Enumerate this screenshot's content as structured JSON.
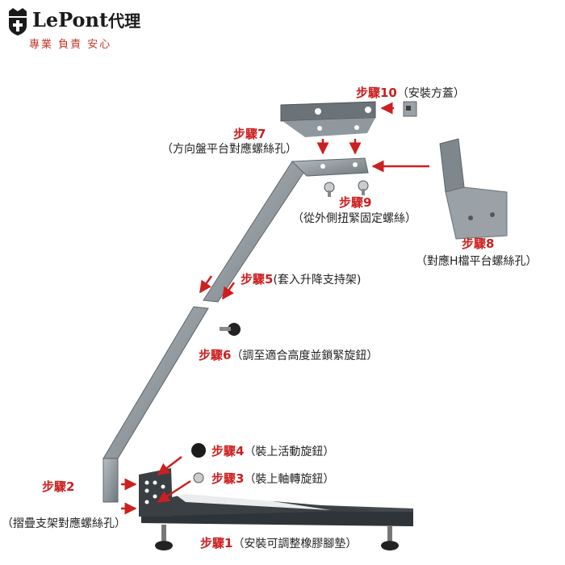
{
  "brand": {
    "name": "LePont",
    "name_cn": "代理",
    "slogan": "專業 負責 安心"
  },
  "steps": {
    "s1": {
      "title": "步驟1",
      "desc": "（安裝可調整橡膠腳墊）"
    },
    "s2": {
      "title": "步驟2",
      "desc": "（摺疊支架對應螺絲孔）"
    },
    "s3": {
      "title": "步驟3",
      "desc": "（裝上軸轉旋鈕）"
    },
    "s4": {
      "title": "步驟4",
      "desc": "（裝上活動旋鈕）"
    },
    "s5": {
      "title": "步驟5",
      "desc": "(套入升降支持架)"
    },
    "s6": {
      "title": "步驟6",
      "desc": "（調至適合高度並鎖緊旋鈕）"
    },
    "s7": {
      "title": "步驟7",
      "desc": "（方向盤平台對應螺絲孔）"
    },
    "s8": {
      "title": "步驟8",
      "desc": "（對應H檔平台螺絲孔）"
    },
    "s9": {
      "title": "步驟9",
      "desc": "（從外側扭緊固定螺絲）"
    },
    "s10": {
      "title": "步驟10",
      "desc": "（安裝方蓋）"
    }
  },
  "colors": {
    "accent_red": "#cc1f1f",
    "metal": "#8f989e",
    "metal_dark": "#5e666b",
    "base": "#2f3438"
  }
}
